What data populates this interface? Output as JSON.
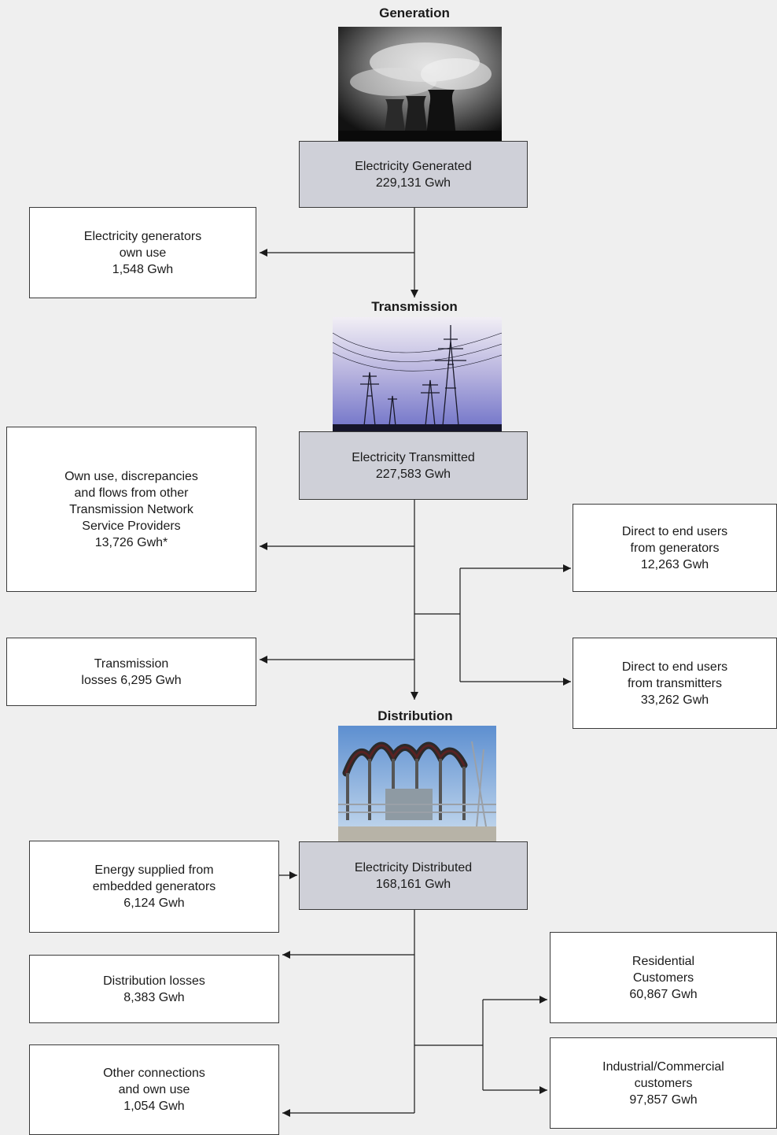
{
  "stages": {
    "generation": "Generation",
    "transmission": "Transmission",
    "distribution": "Distribution"
  },
  "photos": {
    "generation": "cooling-towers-photo",
    "transmission": "pylons-photo",
    "distribution": "substation-photo"
  },
  "boxes": {
    "generated": "Electricity Generated\n229,131 Gwh",
    "gen_own_use": "Electricity generators\nown use\n1,548 Gwh",
    "transmitted": "Electricity  Transmitted\n227,583 Gwh",
    "own_use_discrepancies": "Own use, discrepancies\nand flows from other\nTransmission Network\nService Providers\n13,726 Gwh*",
    "direct_from_generators": "Direct to end users\nfrom generators\n12,263 Gwh",
    "transmission_losses": "Transmission\nlosses 6,295 Gwh",
    "direct_from_transmitters": "Direct to end users\nfrom transmitters\n33,262 Gwh",
    "embedded_generators": "Energy supplied from\nembedded generators\n6,124 Gwh",
    "distributed": "Electricity  Distributed\n168,161 Gwh",
    "distribution_losses": "Distribution losses\n8,383 Gwh",
    "residential": "Residential\nCustomers\n60,867 Gwh",
    "other_connections": "Other connections\nand own use\n1,054 Gwh",
    "industrial": "Industrial/Commercial\ncustomers\n97,857 Gwh"
  },
  "colors": {
    "background": "#efefef",
    "main_box": "#cfd0d8",
    "side_box": "#ffffff",
    "line": "#1a1a1a"
  }
}
